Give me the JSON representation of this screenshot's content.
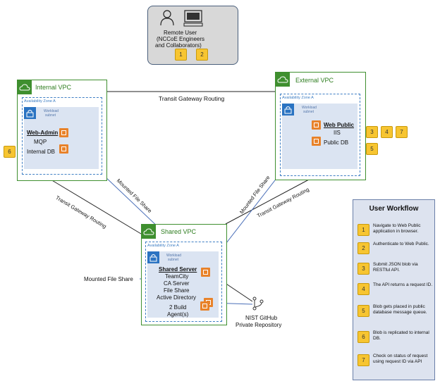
{
  "remote": {
    "line1": "Remote User",
    "line2": "(NCCoE Engineers",
    "line3": "and Collaborators)"
  },
  "badges": [
    "1",
    "2",
    "3",
    "4",
    "5",
    "6",
    "7"
  ],
  "internal_vpc": {
    "title": "Internal VPC",
    "az": "Availability Zone A",
    "subnet_1": "Workload",
    "subnet_2": "subnet",
    "server_name": "Web-Admin",
    "service": "MQP",
    "db": "Internal DB"
  },
  "external_vpc": {
    "title": "External VPC",
    "az": "Availability Zone A",
    "subnet_1": "Workload",
    "subnet_2": "subnet",
    "server_name": "Web Public",
    "service": "IIS",
    "db": "Public DB"
  },
  "shared_vpc": {
    "title": "Shared VPC",
    "az": "Availability Zone A",
    "subnet_1": "Workload",
    "subnet_2": "subnet",
    "server_name": "Shared Server",
    "services": [
      "TeamCity",
      "CA Server",
      "File Share",
      "Active Directory"
    ],
    "agents_1": "2 Build",
    "agents_2": "Agent(s)"
  },
  "connections": {
    "tgw_top": "Transit Gateway Routing",
    "tgw_left": "Transit Gateway Routing",
    "tgw_right": "Transit Gateway Routing",
    "share_left": "Mounted File Share",
    "share_right": "Mounted File Share",
    "share_external": "Mounted File Share"
  },
  "github": {
    "line1": "NIST GitHub",
    "line2": "Private Repository"
  },
  "workflow": {
    "title": "User Workflow",
    "steps": [
      {
        "n": "1",
        "text": "Navigate to Web Public application in browser."
      },
      {
        "n": "2",
        "text": "Authenticate to Web Public."
      },
      {
        "n": "3",
        "text": "Submit JSON blob via RESTful API."
      },
      {
        "n": "4",
        "text": "The API returns a request ID."
      },
      {
        "n": "5",
        "text": "Blob gets placed in public database message queue."
      },
      {
        "n": "6",
        "text": "Blob is replicated to internal DB."
      },
      {
        "n": "7",
        "text": "Check on status of request using request ID via API"
      }
    ]
  },
  "colors": {
    "vpc_border": "#3f8f2f",
    "az_border": "#3f7fc4",
    "subnet_fill": "#dbe4f2",
    "ec2": "#e8822a",
    "badge": "#f7c531",
    "remote_bg": "#d8d8d8",
    "workflow_bg": "#dde3ef",
    "line_blue": "#4a6fb8"
  }
}
